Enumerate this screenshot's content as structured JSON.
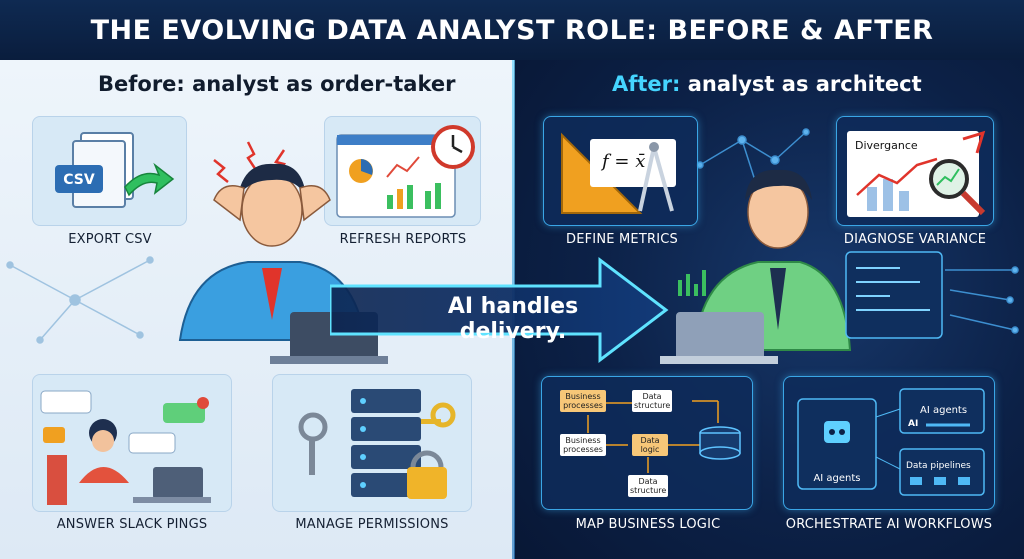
{
  "title": "THE EVOLVING DATA ANALYST ROLE: BEFORE & AFTER",
  "before": {
    "heading": "Before: analyst as order-taker",
    "tasks": [
      "EXPORT CSV",
      "REFRESH REPORTS",
      "ANSWER SLACK PINGS",
      "MANAGE PERMISSIONS"
    ],
    "csv_icon_text": "CSV"
  },
  "after": {
    "heading_accent": "After:",
    "heading_rest": " analyst as architect",
    "tasks": [
      "DEFINE METRICS",
      "DIAGNOSE VARIANCE",
      "MAP BUSINESS LOGIC",
      "ORCHESTRATE AI WORKFLOWS"
    ],
    "formula": "f = x̄",
    "divergence_label": "Divergance",
    "logic_boxes": [
      "Business processes",
      "Data structure",
      "Business processes",
      "Data logic",
      "Data structure"
    ],
    "ai_boxes": [
      "AI agents",
      "AI agents",
      "AI",
      "Data pipelines"
    ]
  },
  "transition": "AI handles delivery.",
  "colors": {
    "accent_cyan": "#45d5ff",
    "title_bg": "#0f2a52",
    "left_bg": "#e8f1f9",
    "right_bg": "#0c2147"
  }
}
